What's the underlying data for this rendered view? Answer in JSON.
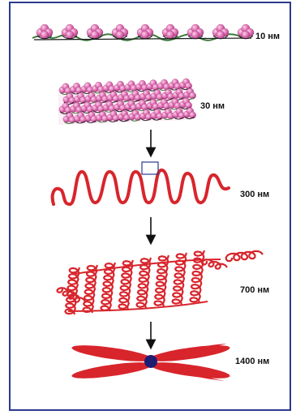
{
  "colors": {
    "frame": "#2b3a8f",
    "nucleosome_pink": "#e070b4",
    "nucleosome_light": "#f2a6d2",
    "chromatin_red": "#d8252c",
    "dna_dark": "#1a1a1a",
    "dna_green": "#3c7a3a",
    "centromere": "#1f1d73",
    "arrow": "#111111"
  },
  "levels": [
    {
      "label": "10 нм"
    },
    {
      "label": "30 нм"
    },
    {
      "label": "300 нм"
    },
    {
      "label": "700 нм"
    },
    {
      "label": "1400 нм"
    }
  ]
}
